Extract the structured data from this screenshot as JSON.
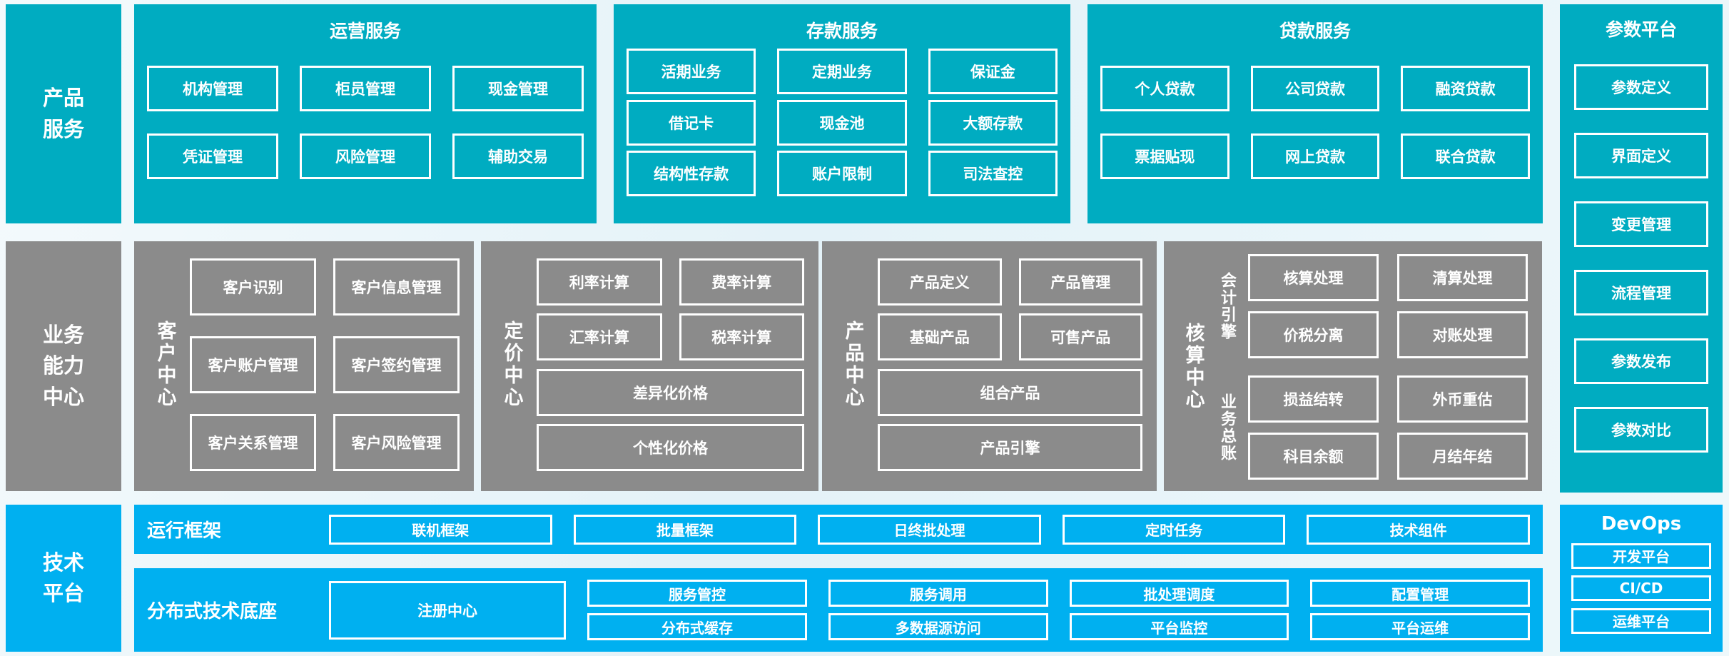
{
  "colors": {
    "teal_band": "#00acc1",
    "gray_band": "#8b8b8b",
    "blue_band": "#00b0f0",
    "box_border": "#ffffff",
    "text": "#ffffff",
    "page_background": "#e9f4f9"
  },
  "top": {
    "side_label": "产品服务",
    "sections": [
      {
        "title": "运营服务",
        "rows": [
          [
            "机构管理",
            "柜员管理",
            "现金管理"
          ],
          [
            "凭证管理",
            "风险管理",
            "辅助交易"
          ]
        ]
      },
      {
        "title": "存款服务",
        "rows": [
          [
            "活期业务",
            "定期业务",
            "保证金"
          ],
          [
            "借记卡",
            "现金池",
            "大额存款"
          ],
          [
            "结构性存款",
            "账户限制",
            "司法查控"
          ]
        ]
      },
      {
        "title": "贷款服务",
        "rows": [
          [
            "个人贷款",
            "公司贷款",
            "融资贷款"
          ],
          [
            "票据贴现",
            "网上贷款",
            "联合贷款"
          ]
        ]
      }
    ]
  },
  "param_platform": {
    "title": "参数平台",
    "items": [
      "参数定义",
      "界面定义",
      "变更管理",
      "流程管理",
      "参数发布",
      "参数对比"
    ]
  },
  "middle": {
    "side_label": "业务能力中心",
    "customer": {
      "label": "客户中心",
      "rows": [
        [
          "客户识别",
          "客户信息管理"
        ],
        [
          "客户账户管理",
          "客户签约管理"
        ],
        [
          "客户关系管理",
          "客户风险管理"
        ]
      ]
    },
    "pricing": {
      "label": "定价中心",
      "rows": [
        [
          "利率计算",
          "费率计算"
        ],
        [
          "汇率计算",
          "税率计算"
        ]
      ],
      "wide": [
        "差异化价格",
        "个性化价格"
      ]
    },
    "product": {
      "label": "产品中心",
      "rows": [
        [
          "产品定义",
          "产品管理"
        ],
        [
          "基础产品",
          "可售产品"
        ]
      ],
      "wide": [
        "组合产品",
        "产品引擎"
      ]
    },
    "accounting": {
      "label": "核算中心",
      "groups": [
        {
          "label": "会计引擎",
          "rows": [
            [
              "核算处理",
              "清算处理"
            ],
            [
              "价税分离",
              "对账处理"
            ]
          ]
        },
        {
          "label": "业务总账",
          "rows": [
            [
              "损益结转",
              "外币重估"
            ],
            [
              "科目余额",
              "月结年结"
            ]
          ]
        }
      ]
    }
  },
  "bottom": {
    "side_label": "技术平台",
    "runtime": {
      "label": "运行框架",
      "items": [
        "联机框架",
        "批量框架",
        "日终批处理",
        "定时任务",
        "技术组件"
      ]
    },
    "distributed": {
      "label": "分布式技术底座",
      "registry": "注册中心",
      "rows": [
        [
          "服务管控",
          "服务调用",
          "批处理调度",
          "配置管理"
        ],
        [
          "分布式缓存",
          "多数据源访问",
          "平台监控",
          "平台运维"
        ]
      ]
    },
    "devops": {
      "title": "DevOps",
      "items": [
        "开发平台",
        "CI/CD",
        "运维平台"
      ]
    }
  }
}
